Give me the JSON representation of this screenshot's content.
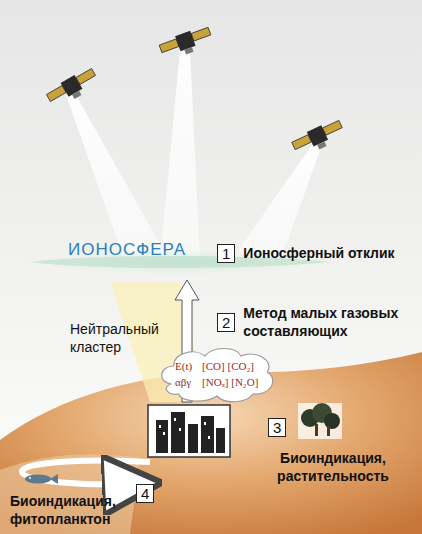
{
  "diagram": {
    "nodes": [
      {
        "text": [
          "ИОНОСФЕРА"
        ]
      },
      {
        "text": [
          "1",
          "Ионосферный отклик"
        ]
      },
      {
        "text": [
          "2",
          "Метод малых газовых составляющих"
        ]
      },
      {
        "text": [
          "E(t)",
          "[CO] [CO₂]",
          "αβγ",
          "[NOₓ] [N₂O]"
        ]
      },
      {
        "text": [
          "3",
          "Биоиндикация, растительность"
        ]
      },
      {
        "text": [
          "4",
          "Биоиндикация, фитопланктон"
        ]
      }
    ],
    "labels": [
      "Нейтральный кластер"
    ]
  }
}
